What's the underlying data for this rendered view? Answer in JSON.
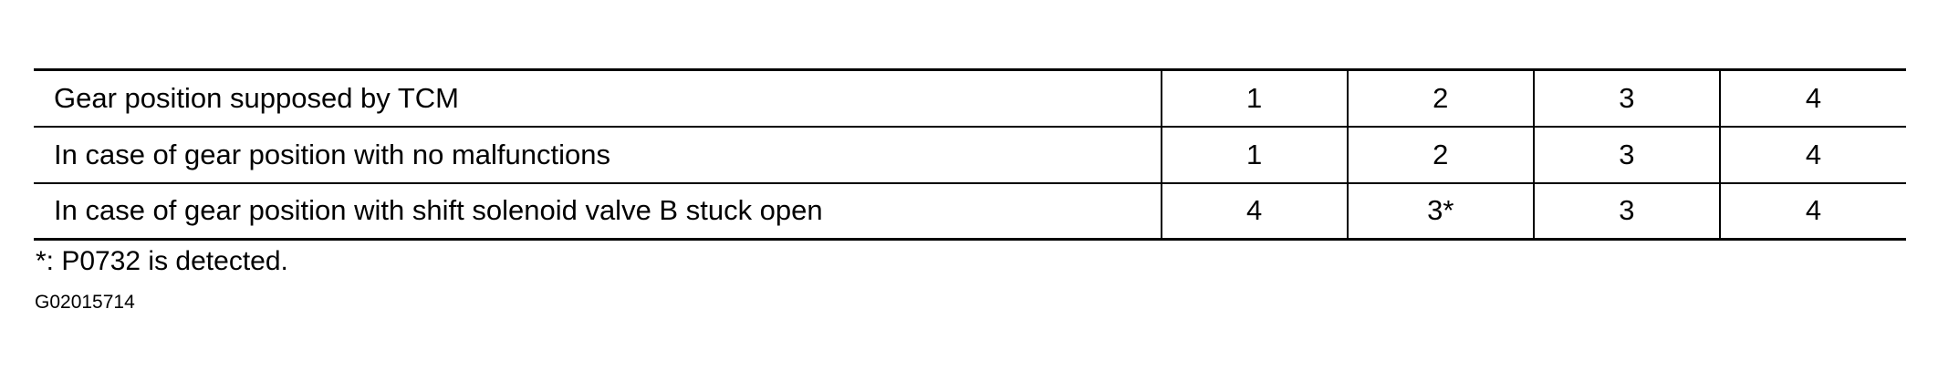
{
  "table": {
    "rows": [
      {
        "label": "Gear position supposed by TCM",
        "values": [
          "1",
          "2",
          "3",
          "4"
        ]
      },
      {
        "label": "In case of gear position with no malfunctions",
        "values": [
          "1",
          "2",
          "3",
          "4"
        ]
      },
      {
        "label": "In case of gear position with shift solenoid valve B stuck open",
        "values": [
          "4",
          "3*",
          "3",
          "4"
        ]
      }
    ]
  },
  "footnote": "*: P0732 is detected.",
  "figure_id": "G02015714"
}
